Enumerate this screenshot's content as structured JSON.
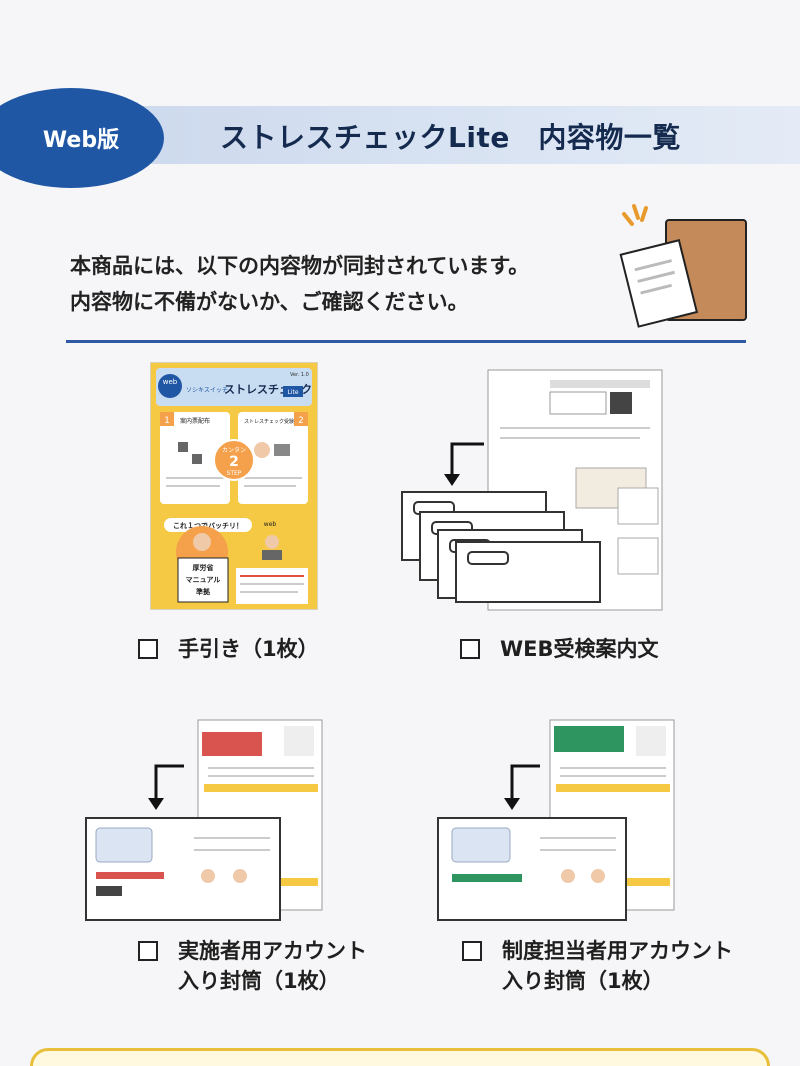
{
  "header": {
    "badge_label": "Web版",
    "title": "ストレスチェックLite　内容物一覧"
  },
  "intro": {
    "line1": "本商品には、以下の内容物が同封されています。",
    "line2": "内容物に不備がないか、ご確認ください。"
  },
  "items": [
    {
      "caption": "手引き（1枚）"
    },
    {
      "caption": "WEB受検案内文"
    },
    {
      "caption_line1": "実施者用アカウント",
      "caption_line2": "入り封筒（1枚）"
    },
    {
      "caption_line1": "制度担当者用アカウント",
      "caption_line2": "入り封筒（1枚）"
    }
  ],
  "guide": {
    "web_label": "web",
    "brand": "ソシキスイッチ",
    "product": "ストレスチェック",
    "lite": "Lite",
    "version": "Ver. 1.0",
    "step1_no": "1",
    "step1_title": "案内票配布",
    "step2_no": "2",
    "step2_title": "ストレスチェック受験",
    "center_top": "カンタン",
    "center_num": "2",
    "center_bottom": "STEP",
    "banner": "これ１つでバッチリ！",
    "stamp_line1": "厚労省",
    "stamp_line2": "マニュアル",
    "stamp_line3": "準拠",
    "web_small": "web"
  },
  "colors": {
    "brand_blue": "#1f57a5",
    "title_navy": "#142a4f",
    "rule_blue": "#2f5aa3",
    "guide_yellow": "#f5c944",
    "red_header": "#d9534f",
    "green_header": "#2e9460"
  }
}
